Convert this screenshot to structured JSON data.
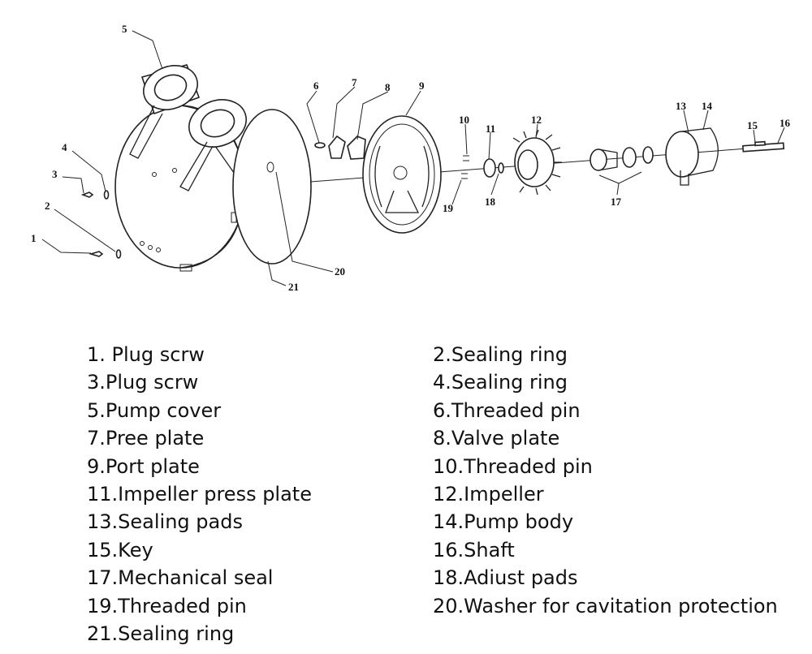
{
  "diagram": {
    "callouts": [
      "1",
      "2",
      "3",
      "4",
      "5",
      "6",
      "7",
      "8",
      "9",
      "10",
      "11",
      "12",
      "13",
      "14",
      "15",
      "16",
      "17",
      "18",
      "19",
      "20",
      "21"
    ]
  },
  "legend": {
    "left": [
      "1. Plug scrw",
      "3.Plug scrw",
      "5.Pump cover",
      "7.Pree plate",
      "9.Port plate",
      "11.Impeller press plate",
      "13.Sealing pads",
      "15.Key",
      "17.Mechanical seal",
      "19.Threaded pin",
      "21.Sealing ring"
    ],
    "right": [
      "2.Sealing ring",
      "4.Sealing ring",
      "6.Threaded pin",
      "8.Valve plate",
      "10.Threaded pin",
      "12.Impeller",
      "14.Pump body",
      "16.Shaft",
      "18.Adiust pads",
      "20.Washer for cavitation protection"
    ]
  }
}
